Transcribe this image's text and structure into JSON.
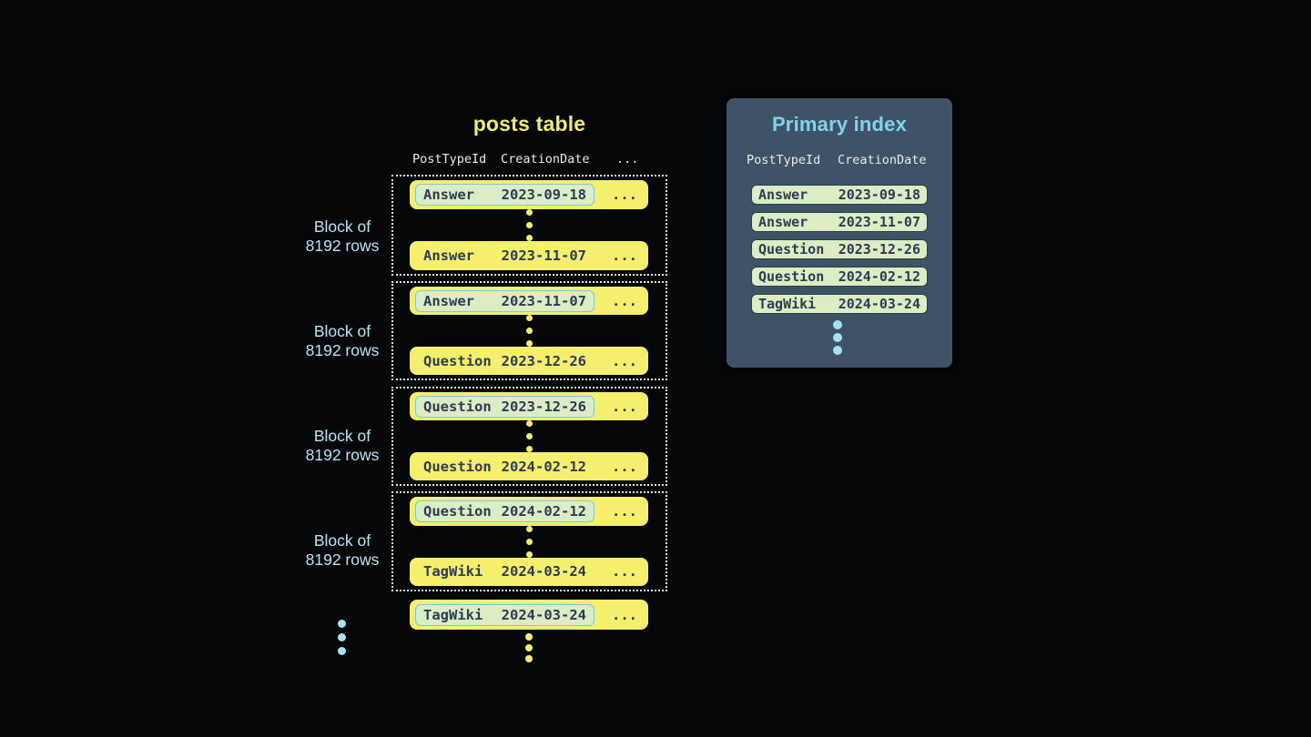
{
  "colors": {
    "background": "#050608",
    "row_yellow": "#f5ef6e",
    "row_text": "#2d3b53",
    "highlight_bg": "#dcecc5",
    "highlight_border": "#7ec9d6",
    "block_dotted_border": "#d7e9ee",
    "panel_bg": "#3e5365",
    "panel_title": "#85d2ee",
    "header_text": "#e9ecec",
    "block_label_blue": "#b5e5f5",
    "blue_dot": "#a9e1f3",
    "yellow_dot": "#f2ee71",
    "index_row_bg": "#dcecc3",
    "index_row_border": "#2a3d4a",
    "table_title_yellow": "#f0ec69"
  },
  "posts_table": {
    "title": "posts table",
    "headers": {
      "col1": "PostTypeId",
      "col2": "CreationDate",
      "col3": "..."
    },
    "blocks": [
      {
        "label_line1": "Block of",
        "label_line2": "8192 rows",
        "first_row": {
          "type": "Answer",
          "date": "2023-09-18",
          "more": "..."
        },
        "last_row": {
          "type": "Answer",
          "date": "2023-11-07",
          "more": "..."
        }
      },
      {
        "label_line1": "Block of",
        "label_line2": "8192 rows",
        "first_row": {
          "type": "Answer",
          "date": "2023-11-07",
          "more": "..."
        },
        "last_row": {
          "type": "Question",
          "date": "2023-12-26",
          "more": "..."
        }
      },
      {
        "label_line1": "Block of",
        "label_line2": "8192 rows",
        "first_row": {
          "type": "Question",
          "date": "2023-12-26",
          "more": "..."
        },
        "last_row": {
          "type": "Question",
          "date": "2024-02-12",
          "more": "..."
        }
      },
      {
        "label_line1": "Block of",
        "label_line2": "8192 rows",
        "first_row": {
          "type": "Question",
          "date": "2024-02-12",
          "more": "..."
        },
        "last_row": {
          "type": "TagWiki",
          "date": "2024-03-24",
          "more": "..."
        }
      }
    ],
    "overflow_row": {
      "type": "TagWiki",
      "date": "2024-03-24",
      "more": "..."
    }
  },
  "primary_index": {
    "title": "Primary index",
    "headers": {
      "col1": "PostTypeId",
      "col2": "CreationDate"
    },
    "rows": [
      {
        "type": "Answer",
        "date": "2023-09-18"
      },
      {
        "type": "Answer",
        "date": "2023-11-07"
      },
      {
        "type": "Question",
        "date": "2023-12-26"
      },
      {
        "type": "Question",
        "date": "2024-02-12"
      },
      {
        "type": "TagWiki",
        "date": "2024-03-24"
      }
    ]
  }
}
